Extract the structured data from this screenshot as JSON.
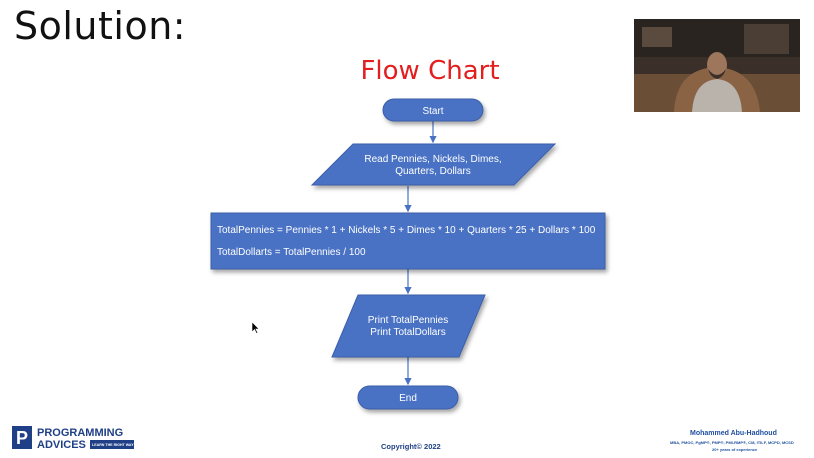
{
  "slide": {
    "heading": "Solution:",
    "chart_title": "Flow Chart",
    "copyright": "Copyright© 2022"
  },
  "flowchart": {
    "start": "Start",
    "read_line1": "Read Pennies, Nickels, Dimes,",
    "read_line2": "Quarters, Dollars",
    "process_line1": "TotalPennies = Pennies * 1 + Nickels * 5 + Dimes * 10 + Quarters * 25 + Dollars * 100",
    "process_line2": "TotalDollarts = TotalPennies / 100",
    "print_line1": "Print TotalPennies",
    "print_line2": "Print TotalDollars",
    "end": "End",
    "node_color": "#4a72c4",
    "arrow_color": "#4a72c4"
  },
  "branding": {
    "logo_line1": "PROGRAMMING",
    "logo_line2": "ADVICES",
    "logo_tagline": "LEARN THE RIGHT WAY",
    "logo_color": "#1f3f86"
  },
  "author": {
    "name": "Mohammed Abu-Hadhoud",
    "credentials": "MBA, PMOC, PgMP®, PMP®, PMI-RMP®, CM, ITILF, MCPD, MCSD",
    "experience": "20+ years of experience"
  },
  "icons": {
    "cursor": "mouse-pointer-icon",
    "webcam": "presenter-webcam"
  }
}
